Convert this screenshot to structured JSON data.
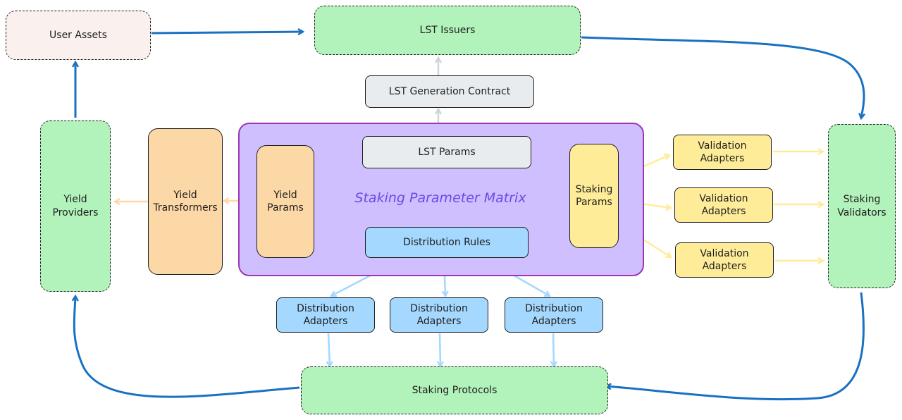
{
  "nodes": {
    "user_assets": "User Assets",
    "lst_issuers": "LST Issuers",
    "lst_generation_contract": "LST Generation Contract",
    "lst_params": "LST Params",
    "matrix_title": "Staking Parameter Matrix",
    "yield_params": "Yield\nParams",
    "staking_params": "Staking\nParams",
    "distribution_rules": "Distribution Rules",
    "yield_transformers": "Yield\nTransformers",
    "yield_providers": "Yield\nProviders",
    "staking_validators": "Staking\nValidators",
    "validation_adapters_1": "Validation\nAdapters",
    "validation_adapters_2": "Validation\nAdapters",
    "validation_adapters_3": "Validation\nAdapters",
    "distribution_adapters_1": "Distribution\nAdapters",
    "distribution_adapters_2": "Distribution\nAdapters",
    "distribution_adapters_3": "Distribution\nAdapters",
    "staking_protocols": "Staking Protocols"
  },
  "colors": {
    "flow_blue": "#1971c2",
    "light_grey_arrow": "#ced4da",
    "yellow_arrow": "#ffec99",
    "orange_arrow": "#ffd8a8",
    "light_blue_arrow": "#a5d8ff"
  }
}
